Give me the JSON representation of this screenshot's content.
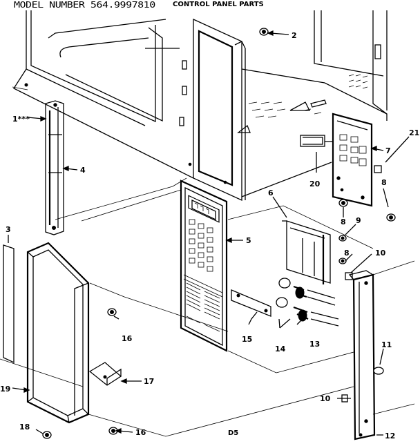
{
  "header": {
    "model_number": "MODEL NUMBER 564.9997810",
    "section_title": "CONTROL PANEL PARTS"
  },
  "page_code": "D5",
  "callouts": {
    "c1": "1***",
    "c2": "2",
    "c3": "3",
    "c4": "4",
    "c5": "5",
    "c6": "6",
    "c7": "7",
    "c8a": "8",
    "c8b": "8",
    "c8c": "8",
    "c9": "9",
    "c10a": "10",
    "c10b": "10",
    "c11": "11",
    "c12": "12",
    "c13": "13",
    "c14": "14",
    "c15": "15",
    "c16a": "16",
    "c16b": "16",
    "c17": "17",
    "c18": "18",
    "c19": "19",
    "c20": "20",
    "c21": "21"
  }
}
